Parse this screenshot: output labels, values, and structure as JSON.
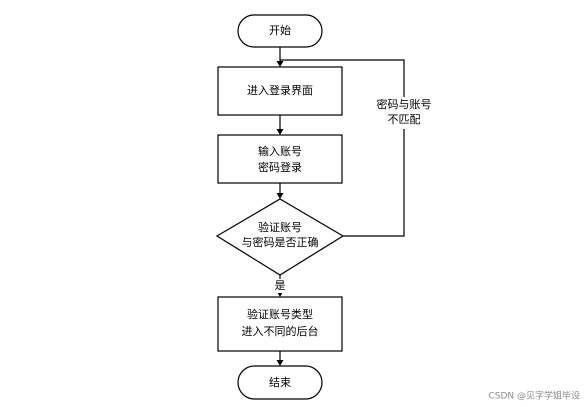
{
  "nodes": {
    "start": "开始",
    "enter_login_page": "进入登录界面",
    "input_account_line1": "输入账号",
    "input_account_line2": "密码登录",
    "verify_line1": "验证账号",
    "verify_line2": "与密码是否正确",
    "verify_type_line1": "验证账号类型",
    "verify_type_line2": "进入不同的后台",
    "end": "结束"
  },
  "edges": {
    "mismatch_line1": "密码与账号",
    "mismatch_line2": "不匹配",
    "yes": "是"
  },
  "watermark": "CSDN @见字学姐毕设"
}
